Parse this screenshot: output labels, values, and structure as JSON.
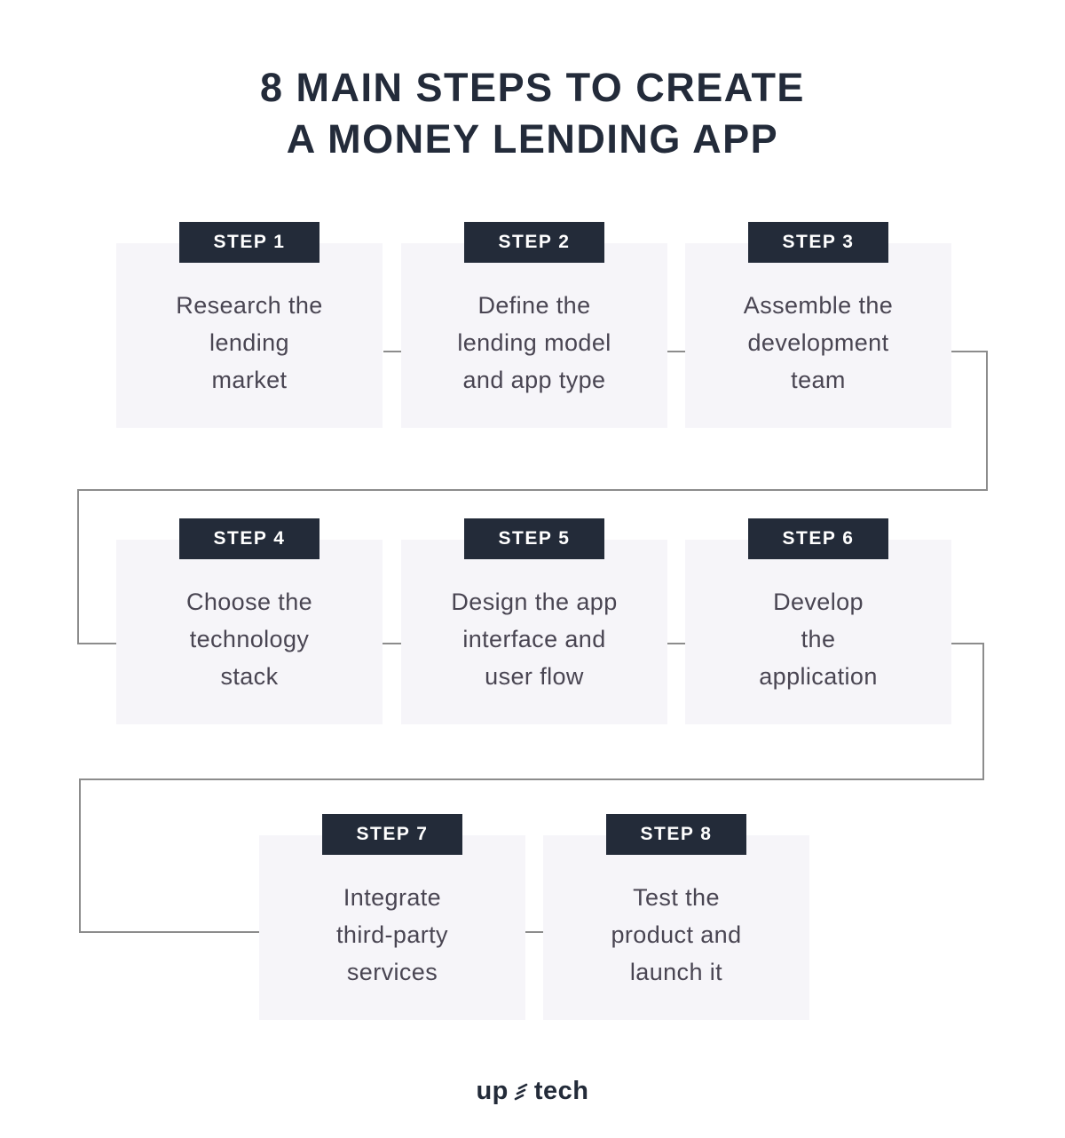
{
  "title": "8 MAIN STEPS TO CREATE\nA MONEY LENDING APP",
  "steps": [
    {
      "badge": "STEP 1",
      "title": "Research the\nlending\nmarket"
    },
    {
      "badge": "STEP 2",
      "title": "Define the\nlending model\nand app type"
    },
    {
      "badge": "STEP 3",
      "title": "Assemble the\ndevelopment\nteam"
    },
    {
      "badge": "STEP 4",
      "title": "Choose the\ntechnology\nstack"
    },
    {
      "badge": "STEP 5",
      "title": "Design the app\ninterface and\nuser flow"
    },
    {
      "badge": "STEP 6",
      "title": "Develop\nthe\napplication"
    },
    {
      "badge": "STEP 7",
      "title": "Integrate\nthird-party\nservices"
    },
    {
      "badge": "STEP 8",
      "title": "Test the\nproduct and\nlaunch it"
    }
  ],
  "footer": {
    "logo_left": "up",
    "logo_right": "tech"
  },
  "colors": {
    "title_text": "#232B3A",
    "badge_background": "#232B39",
    "badge_text": "#FFFFFF",
    "card_background": "#F6F5F9",
    "card_text": "#494552",
    "connector_line": "#8C8C8C",
    "page_background": "#FFFFFF"
  }
}
